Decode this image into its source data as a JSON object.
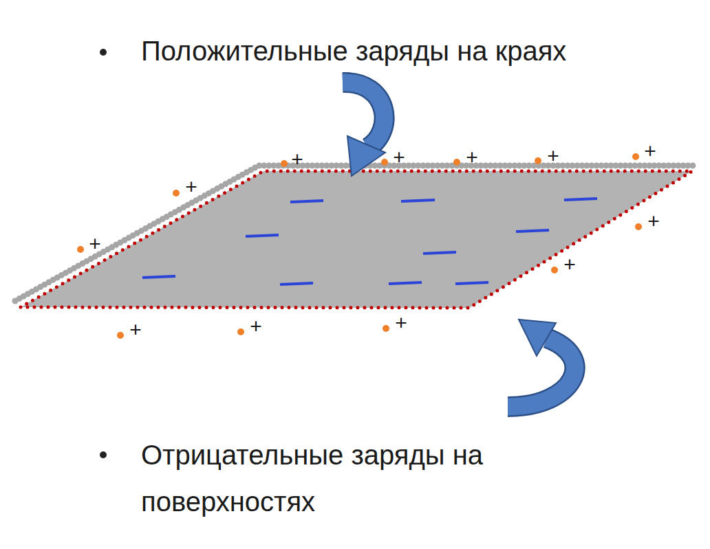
{
  "diagram": {
    "labels": [
      "Положительные заряды на краях",
      "+",
      "+",
      "+",
      "+",
      "+",
      "+",
      "+",
      "+",
      "+",
      "+",
      "+",
      "+",
      "Отрицательные заряды на поверхностях"
    ]
  }
}
